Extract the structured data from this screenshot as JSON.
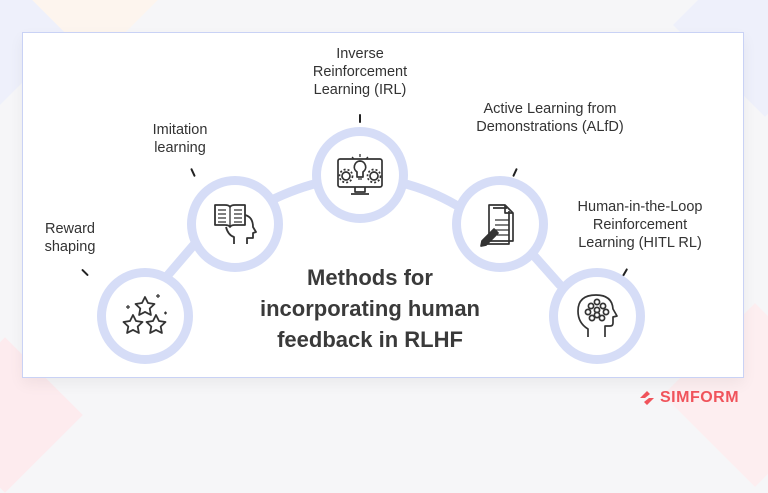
{
  "diagram": {
    "title": "Methods for\nincorporating human\nfeedback in RLHF",
    "methods": [
      {
        "label": "Reward\nshaping",
        "icon": "stars-icon"
      },
      {
        "label": "Imitation\nlearning",
        "icon": "book-head-icon"
      },
      {
        "label": "Inverse\nReinforcement\nLearning (IRL)",
        "icon": "monitor-lightbulb-gears-icon"
      },
      {
        "label": "Active Learning from\nDemonstrations (ALfD)",
        "icon": "documents-pencil-icon"
      },
      {
        "label": "Human-in-the-Loop\nReinforcement\nLearning (HITL RL)",
        "icon": "brain-network-head-icon"
      }
    ],
    "colors": {
      "ring": "#d6ddf7",
      "border": "#c9d2f5",
      "text": "#333333",
      "brand": "#f0535b"
    }
  },
  "brand": {
    "name": "SIMFORM"
  }
}
